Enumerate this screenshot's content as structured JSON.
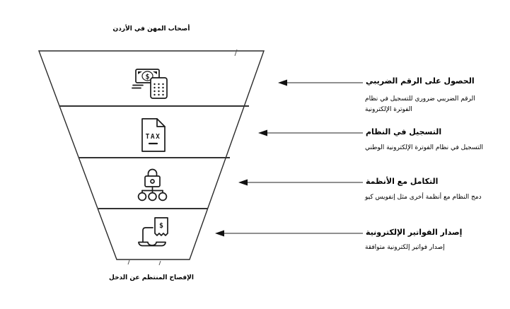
{
  "diagram": {
    "top_label": "أصحاب المهن في الأردن",
    "bottom_label": "الإفصاح المنتظم عن الدخل",
    "dollar_sign": "$",
    "stages": [
      {
        "icon": "banknote-calculator-icon",
        "title": "الحصول على الرقم الضريبي",
        "description": "الرقم الضريبي ضروري للتسجيل في نظام\nالفوترة الإلكترونية"
      },
      {
        "icon": "tax-document-icon",
        "icon_label": "TAX",
        "title": "التسجيل في النظام",
        "description": "التسجيل في نظام الفوترة الإلكترونية الوطني"
      },
      {
        "icon": "lock-network-icon",
        "title": "التكامل مع الأنظمة",
        "description": "دمج النظام مع أنظمة أخرى مثل إنفويس كيو"
      },
      {
        "icon": "laptop-invoice-icon",
        "title": "إصدار الفواتير الإلكترونية",
        "description": "إصدار فواتير إلكترونية متوافقة"
      }
    ],
    "colors": {
      "background": "#ffffff",
      "outline": "#2b2b2b",
      "divider": "#333333",
      "arrow_shaft": "#808080",
      "arrow_head": "#111111",
      "text": "#000000",
      "icon_stroke": "#1a1a1a"
    }
  }
}
